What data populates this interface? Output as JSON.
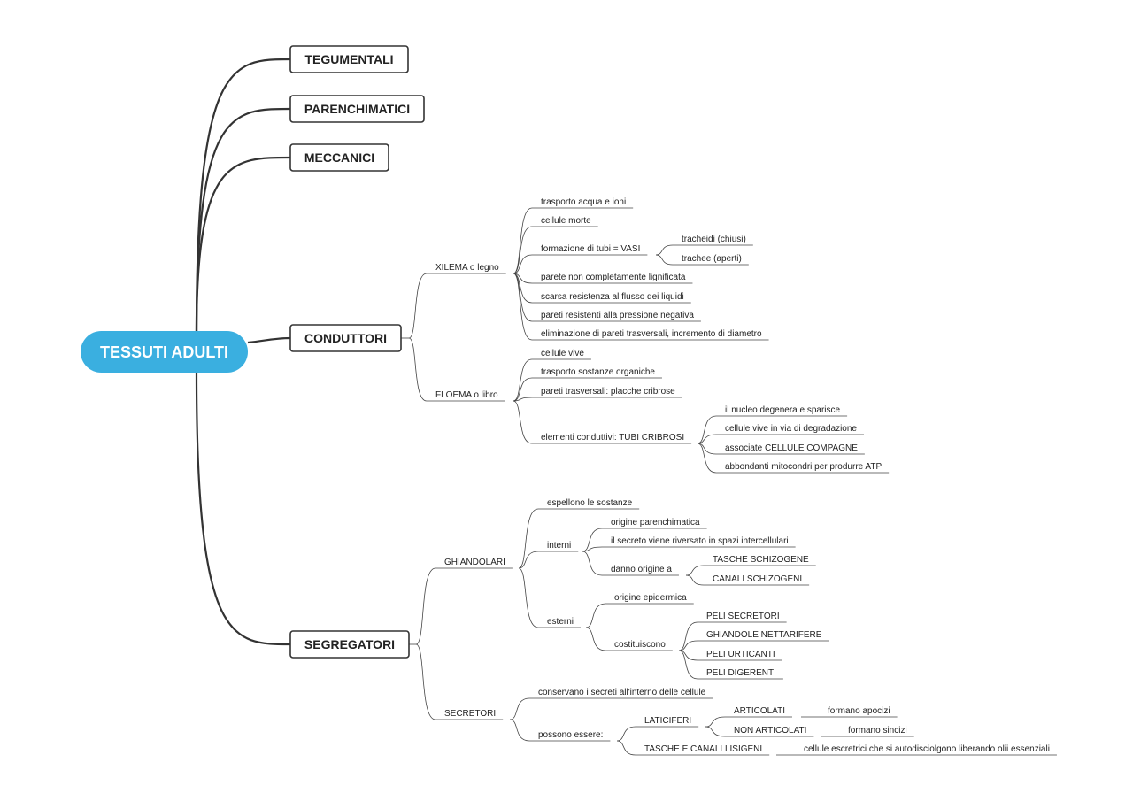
{
  "colors": {
    "root_fill": "#3aafe0",
    "line": "#333333",
    "text": "#222222"
  },
  "root": "TESSUTI ADULTI",
  "main": {
    "tegumentali": "TEGUMENTALI",
    "parenchimatici": "PARENCHIMATICI",
    "meccanici": "MECCANICI",
    "conduttori": "CONDUTTORI",
    "segregatori": "SEGREGATORI"
  },
  "topics": [
    {
      "id": "xilema",
      "text": "XILEMA o legno"
    },
    {
      "id": "x_trasporto",
      "text": "trasporto acqua e ioni"
    },
    {
      "id": "x_morte",
      "text": "cellule morte"
    },
    {
      "id": "x_tubi",
      "text": "formazione di tubi = VASI"
    },
    {
      "id": "x_tracheidi",
      "text": "tracheidi (chiusi)"
    },
    {
      "id": "x_trachee",
      "text": "trachee (aperti)"
    },
    {
      "id": "x_parete",
      "text": "parete non completamente lignificata"
    },
    {
      "id": "x_scarsa",
      "text": "scarsa resistenza al flusso dei liquidi"
    },
    {
      "id": "x_pareti",
      "text": "pareti resistenti alla pressione negativa"
    },
    {
      "id": "x_elim",
      "text": "eliminazione di pareti trasversali, incremento di diametro"
    },
    {
      "id": "floema",
      "text": "FLOEMA o libro"
    },
    {
      "id": "f_vive",
      "text": "cellule vive"
    },
    {
      "id": "f_trasporto",
      "text": "trasporto sostanze organiche"
    },
    {
      "id": "f_pareti",
      "text": "pareti trasversali: placche cribrose"
    },
    {
      "id": "f_elementi",
      "text": "elementi conduttivi: TUBI CRIBROSI"
    },
    {
      "id": "f_nucleo",
      "text": "il nucleo degenera e sparisce"
    },
    {
      "id": "f_degrad",
      "text": "cellule vive in via di degradazione"
    },
    {
      "id": "f_assoc",
      "text": "associate CELLULE COMPAGNE"
    },
    {
      "id": "f_mito",
      "text": "abbondanti mitocondri per produrre ATP"
    },
    {
      "id": "ghiandolari",
      "text": "GHIANDOLARI"
    },
    {
      "id": "g_espell",
      "text": "espellono le sostanze"
    },
    {
      "id": "g_interni",
      "text": "interni"
    },
    {
      "id": "g_orig_par",
      "text": "origine parenchimatica"
    },
    {
      "id": "g_secreto",
      "text": "il secreto viene riversato in spazi intercellulari"
    },
    {
      "id": "g_danno",
      "text": "danno origine a"
    },
    {
      "id": "g_tasche",
      "text": "TASCHE SCHIZOGENE"
    },
    {
      "id": "g_canali",
      "text": "CANALI SCHIZOGENI"
    },
    {
      "id": "g_esterni",
      "text": "esterni"
    },
    {
      "id": "g_orig_epi",
      "text": "origine epidermica"
    },
    {
      "id": "g_costit",
      "text": "costituiscono"
    },
    {
      "id": "g_peli_sec",
      "text": "PELI SECRETORI"
    },
    {
      "id": "g_ghiand_nett",
      "text": "GHIANDOLE NETTARIFERE"
    },
    {
      "id": "g_peli_urt",
      "text": "PELI URTICANTI"
    },
    {
      "id": "g_peli_dig",
      "text": "PELI DIGERENTI"
    },
    {
      "id": "secretori",
      "text": "SECRETORI"
    },
    {
      "id": "s_conserv",
      "text": "conservano i secreti all'interno delle cellule"
    },
    {
      "id": "s_possono",
      "text": "possono essere:"
    },
    {
      "id": "s_latic",
      "text": "LATICIFERI"
    },
    {
      "id": "s_artic",
      "text": "ARTICOLATI"
    },
    {
      "id": "s_apocizi",
      "text": "formano apocizi"
    },
    {
      "id": "s_nonartic",
      "text": "NON ARTICOLATI"
    },
    {
      "id": "s_sincizi",
      "text": "formano sincizi"
    },
    {
      "id": "s_tasche",
      "text": "TASCHE E CANALI LISIGENI"
    },
    {
      "id": "s_cellule",
      "text": "cellule escretrici che si autodisciolgono liberando olii essenziali"
    }
  ]
}
